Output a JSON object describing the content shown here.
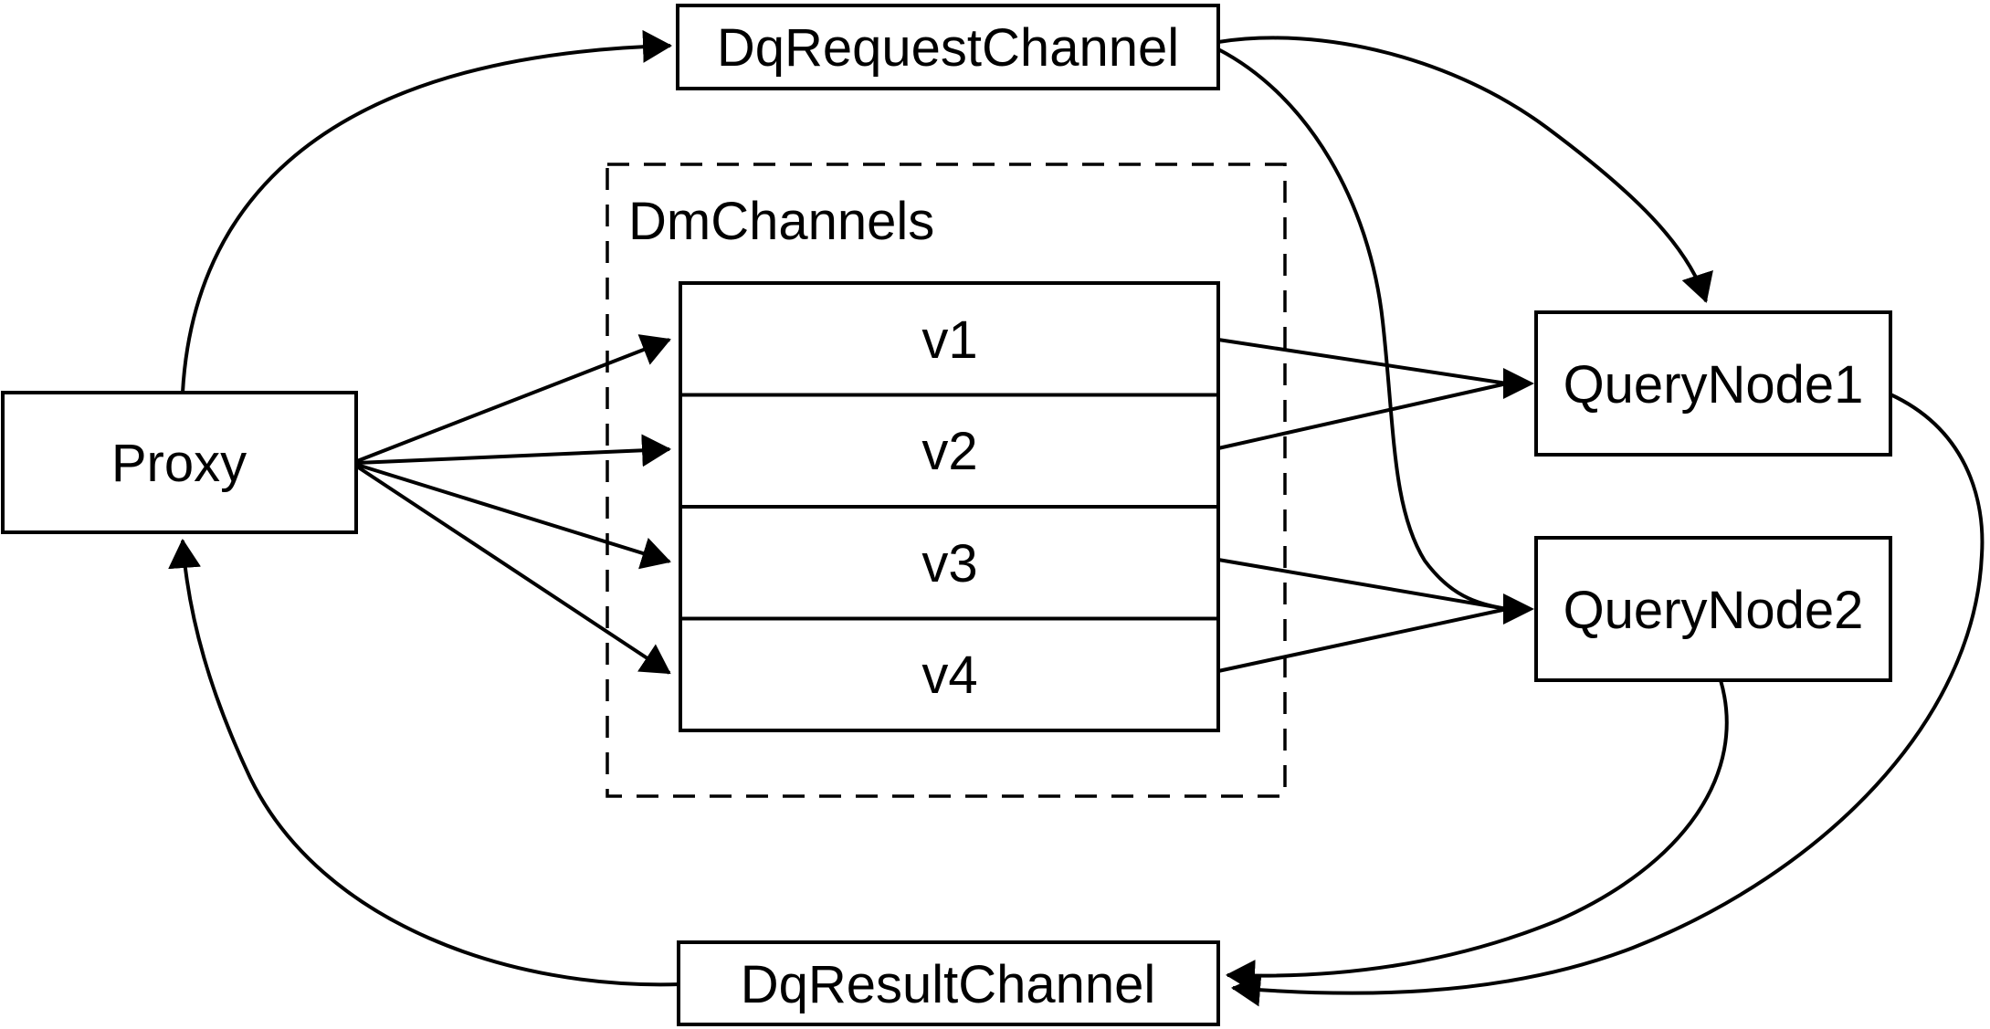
{
  "diagram": {
    "title": "query channel flow diagram",
    "background_color": "#ffffff",
    "stroke_color": "#000000",
    "nodes": {
      "proxy": "Proxy",
      "dq_request_channel": "DqRequestChannel",
      "dm_channels_group": "DmChannels",
      "channels": [
        "v1",
        "v2",
        "v3",
        "v4"
      ],
      "query_node_1": "QueryNode1",
      "query_node_2": "QueryNode2",
      "dq_result_channel": "DqResultChannel"
    },
    "edges": [
      {
        "from": "Proxy",
        "to": "DqRequestChannel"
      },
      {
        "from": "Proxy",
        "to": "v1"
      },
      {
        "from": "Proxy",
        "to": "v2"
      },
      {
        "from": "Proxy",
        "to": "v3"
      },
      {
        "from": "Proxy",
        "to": "v4"
      },
      {
        "from": "v1",
        "to": "QueryNode1"
      },
      {
        "from": "v2",
        "to": "QueryNode1"
      },
      {
        "from": "v3",
        "to": "QueryNode2"
      },
      {
        "from": "v4",
        "to": "QueryNode2"
      },
      {
        "from": "DqRequestChannel",
        "to": "QueryNode1"
      },
      {
        "from": "DqRequestChannel",
        "to": "QueryNode2"
      },
      {
        "from": "QueryNode1",
        "to": "DqResultChannel"
      },
      {
        "from": "QueryNode2",
        "to": "DqResultChannel"
      },
      {
        "from": "DqResultChannel",
        "to": "Proxy"
      }
    ]
  }
}
